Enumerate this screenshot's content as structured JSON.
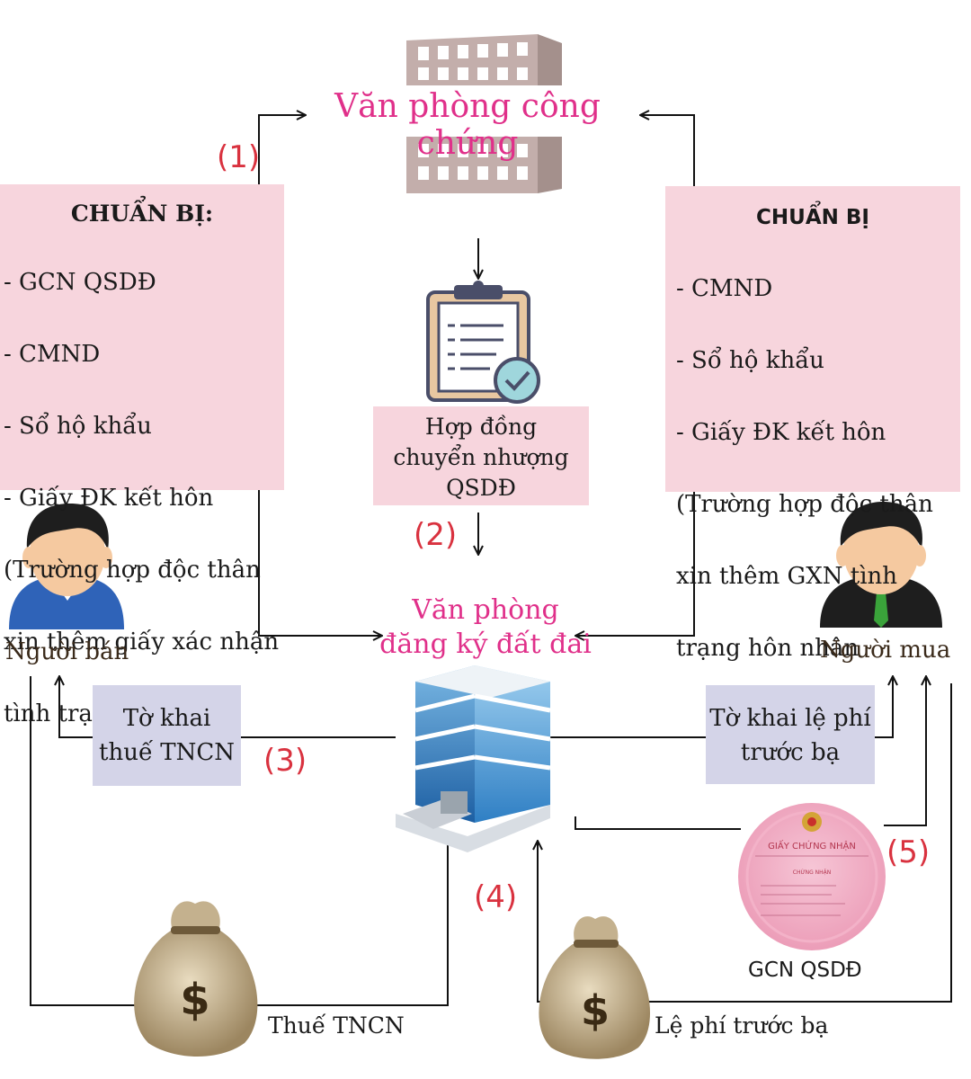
{
  "offices": {
    "notary": "Văn phòng công chứng",
    "land_registry_line1": "Văn phòng",
    "land_registry_line2": "đăng ký đất đai"
  },
  "steps": [
    "(1)",
    "(2)",
    "(3)",
    "(4)",
    "(5)"
  ],
  "seller_prep": {
    "heading": "CHUẨN BỊ:",
    "items": [
      "- GCN QSDĐ",
      "- CMND",
      "- Sổ hộ khẩu",
      "- Giấy ĐK kết hôn",
      "(Trường hợp độc thân",
      "xin thêm giấy xác nhận",
      "tình trạng hôn nhân"
    ]
  },
  "buyer_prep": {
    "heading": "CHUẨN BỊ",
    "items": [
      "- CMND",
      "- Sổ hộ khẩu",
      "- Giấy ĐK kết hôn",
      "(Trường hợp độc thân",
      "xin thêm GXN tình",
      "trạng hôn nhân"
    ]
  },
  "contract": {
    "line1": "Hợp đồng",
    "line2": "chuyển nhượng",
    "line3": "QSDĐ"
  },
  "seller_label": "Người bán",
  "buyer_label": "Người mua",
  "tax_form": {
    "line1": "Tờ khai",
    "line2": "thuế TNCN"
  },
  "fee_form": {
    "line1": "Tờ khai lệ phí",
    "line2": "trước bạ"
  },
  "tax_payment": "Thuế TNCN",
  "fee_payment": "Lệ phí trước bạ",
  "certificate_label": "GCN QSDĐ",
  "certificate_text": {
    "title": "GIẤY CHỨNG NHẬN",
    "sub": "CHỨNG NHẬN"
  },
  "colors": {
    "office_title": "#e0308a",
    "step": "#d9323f",
    "pink_box": "#f7d5dd",
    "lavender_box": "#d4d4e8"
  }
}
